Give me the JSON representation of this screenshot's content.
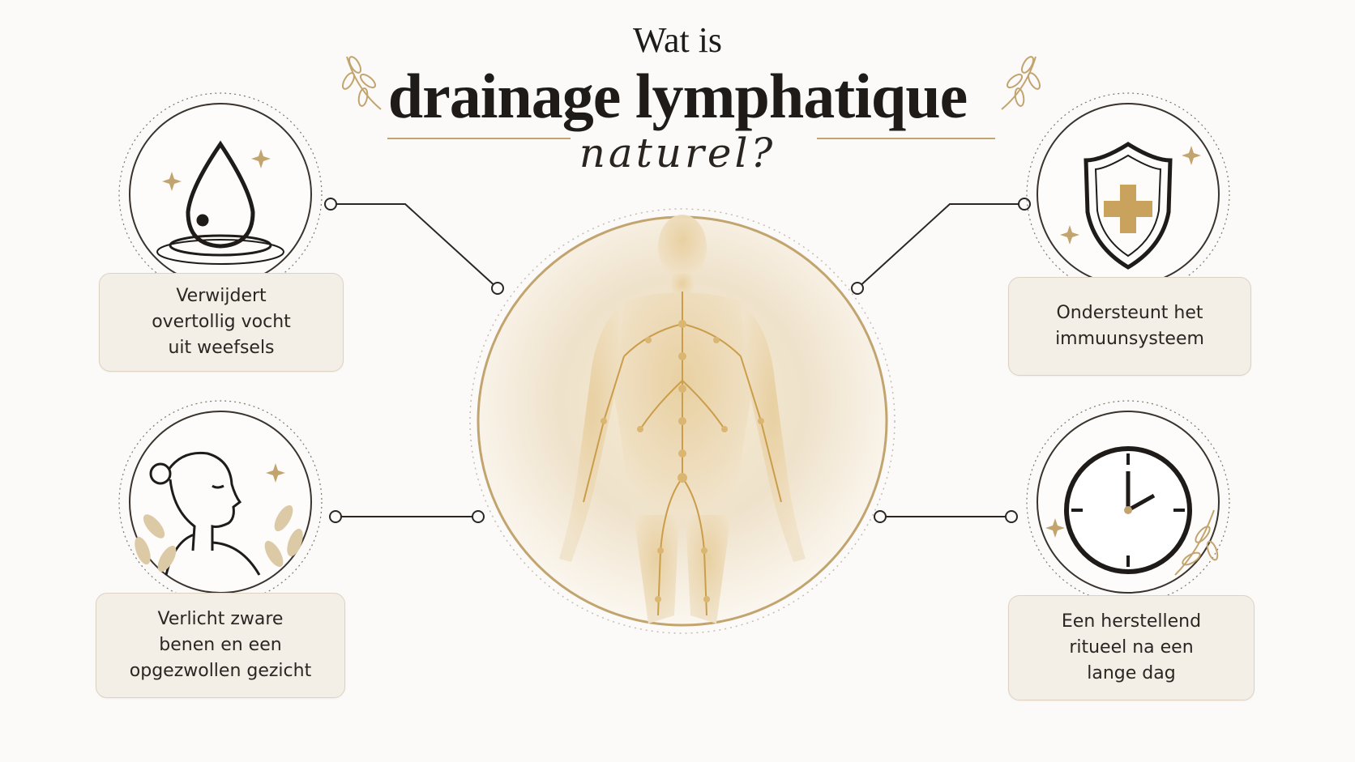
{
  "title": {
    "line1": "Wat is",
    "line2": "drainage lymphatique",
    "line3": "naturel?"
  },
  "benefits": [
    {
      "id": "top-left",
      "text": "Verwijdert\novertollig vocht\nuit weefsels",
      "icon": "water-drop-icon"
    },
    {
      "id": "top-right",
      "text": "Ondersteunt het\nimmuunsysteem",
      "icon": "shield-cross-icon"
    },
    {
      "id": "bottom-left",
      "text": "Verlicht zware\nbenen en een\nopgezwollen gezicht",
      "icon": "woman-relaxing-icon"
    },
    {
      "id": "bottom-right",
      "text": "Een herstellend\nritueel na een\nlange dag",
      "icon": "clock-icon"
    }
  ],
  "center_image": "lymphatic-body-illustration",
  "colors": {
    "gold": "#c2a46f",
    "ink": "#1f1b18",
    "card": "#f3eee6"
  }
}
